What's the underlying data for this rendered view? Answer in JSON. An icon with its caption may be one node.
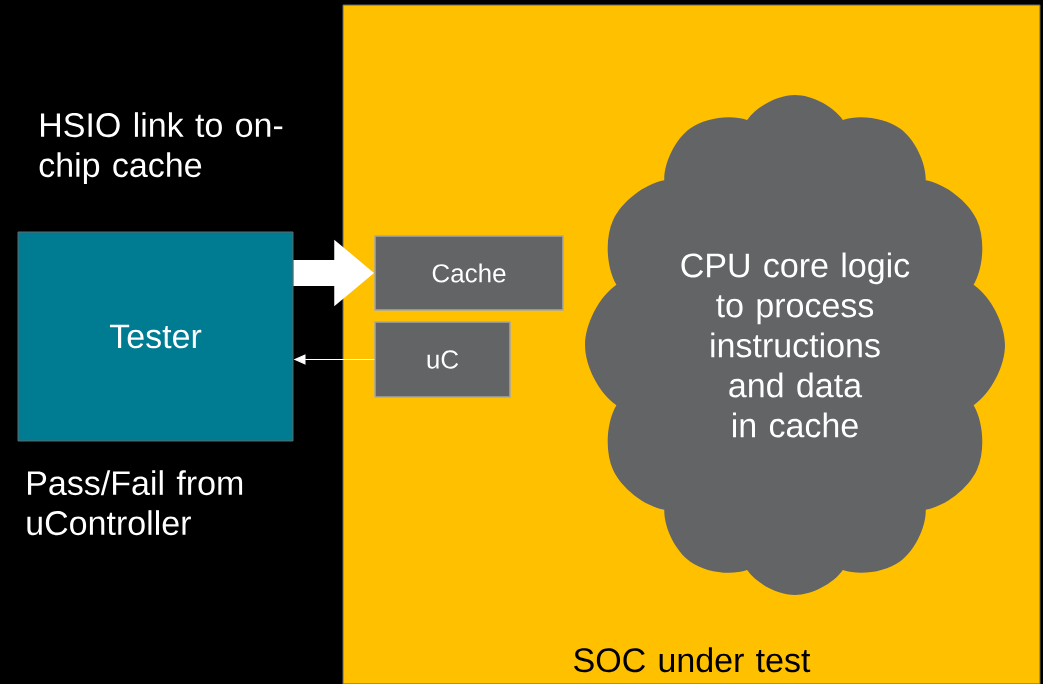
{
  "diagram": {
    "nodes": [
      {
        "text": [
          "SOC under test"
        ]
      },
      {
        "text": [
          "Tester"
        ],
        "beside": [
          "Pass/Fail from uController"
        ]
      },
      {
        "text": [
          "Cache"
        ],
        "in": 0
      },
      {
        "text": [
          "uC"
        ],
        "in": 0
      },
      {
        "text": [
          "CPU core logic to process instructions and data in cache"
        ],
        "in": 0
      }
    ],
    "edges": [
      {
        "from": 1,
        "to": 2,
        "arrow": "to",
        "style": "thick"
      },
      {
        "from": 3,
        "to": 1,
        "arrow": "to"
      }
    ],
    "labels": [
      "HSIO link to on-chip cache"
    ]
  }
}
